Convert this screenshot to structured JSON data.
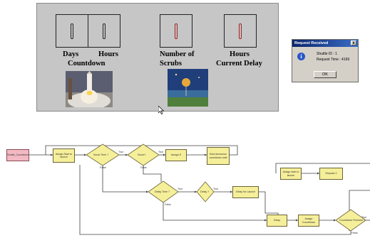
{
  "dashboard": {
    "labels": {
      "days": "Days",
      "hours": "Hours",
      "countdown": "Countdown",
      "number_of": "Number of",
      "scrubs": "Scrubs",
      "hours2": "Hours",
      "current_delay": "Current Delay"
    },
    "images": [
      "shuttle-launch-photo",
      "balloon-photo"
    ]
  },
  "dialog": {
    "title": "Request Received",
    "close": "x",
    "line1": "Shuttle ID :  1",
    "line2": "Request Time :  4169",
    "ok": "OK"
  },
  "flowchart": {
    "modules": {
      "start": "Shuttle_Countdown",
      "assign_launch": "Assign Start to launch",
      "assign_e": "Assign E",
      "hold": "Hold Announce countdown wait",
      "assign_launch2": "Assign start to launch",
      "dispose": "Dispose 2",
      "delay_launch": "Delay for Launch",
      "delay": "Delay",
      "assign_countdown": "Assign Countdown"
    },
    "decisions": {
      "d1": "Scrub Time ?",
      "d2": "Scrub?",
      "d3": "Delay Time ?",
      "d4": "Delay ?",
      "d5": "Countdown Finished ?"
    },
    "port_labels": {
      "true": "True",
      "false": "False"
    }
  },
  "colors": {
    "panel": "#c6c6c6",
    "module_fill": "#f6ef9a",
    "create_fill": "#f3b9c3",
    "dial_red": "#a02020",
    "titlebar": "#0a246a"
  }
}
